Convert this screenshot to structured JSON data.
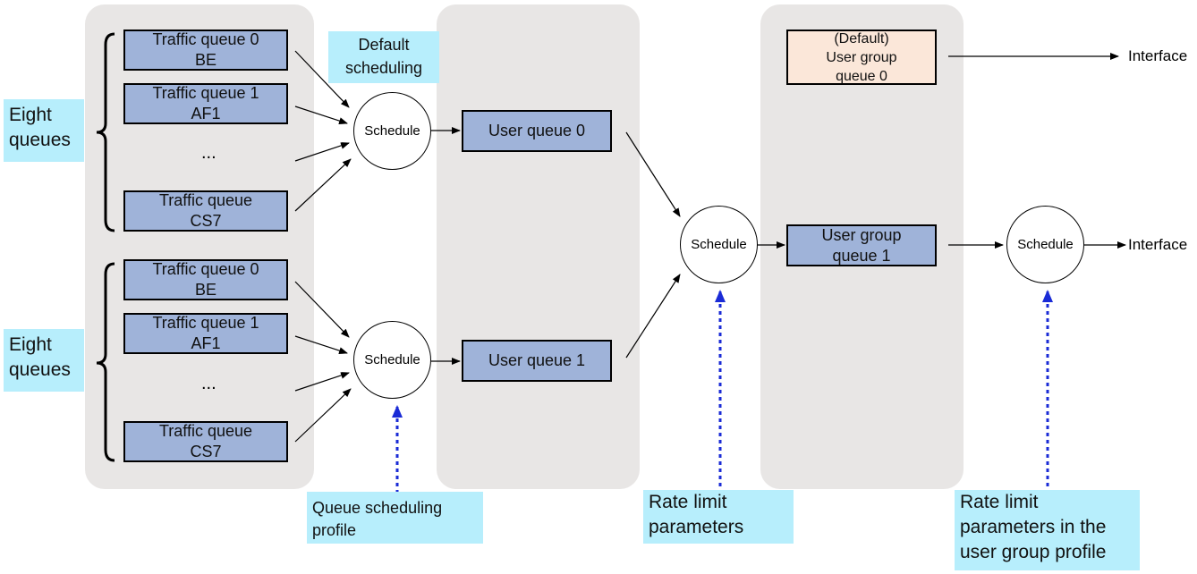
{
  "traffic_group_1": {
    "label": "Eight\nqueues",
    "queues": [
      "Traffic queue 0\nBE",
      "Traffic queue 1\nAF1",
      "Traffic queue\nCS7"
    ],
    "ellipsis": "..."
  },
  "traffic_group_2": {
    "label": "Eight\nqueues",
    "queues": [
      "Traffic queue 0\nBE",
      "Traffic queue 1\nAF1",
      "Traffic queue\nCS7"
    ],
    "ellipsis": "..."
  },
  "default_scheduling": "Default\nscheduling",
  "schedulers": {
    "s1": "Schedule",
    "s2": "Schedule",
    "s3": "Schedule",
    "s4": "Schedule"
  },
  "user_queues": [
    "User queue 0",
    "User queue 1"
  ],
  "user_group_queues": [
    "(Default)\nUser group\nqueue 0",
    "User group\nqueue 1"
  ],
  "interfaces": [
    "Interface",
    "Interface"
  ],
  "callouts": {
    "queue_scheduling_profile": "Queue scheduling\nprofile",
    "rate_limit_parameters": "Rate limit\nparameters",
    "rate_limit_user_group": "Rate limit\nparameters in the\nuser group profile"
  },
  "colors": {
    "queue_fill": "#9fb3d9",
    "default_group_fill": "#fbe7d9",
    "callout_fill": "#b7eefc",
    "panel_fill": "#e8e6e5",
    "dashed_arrow": "#1a2bd6"
  }
}
